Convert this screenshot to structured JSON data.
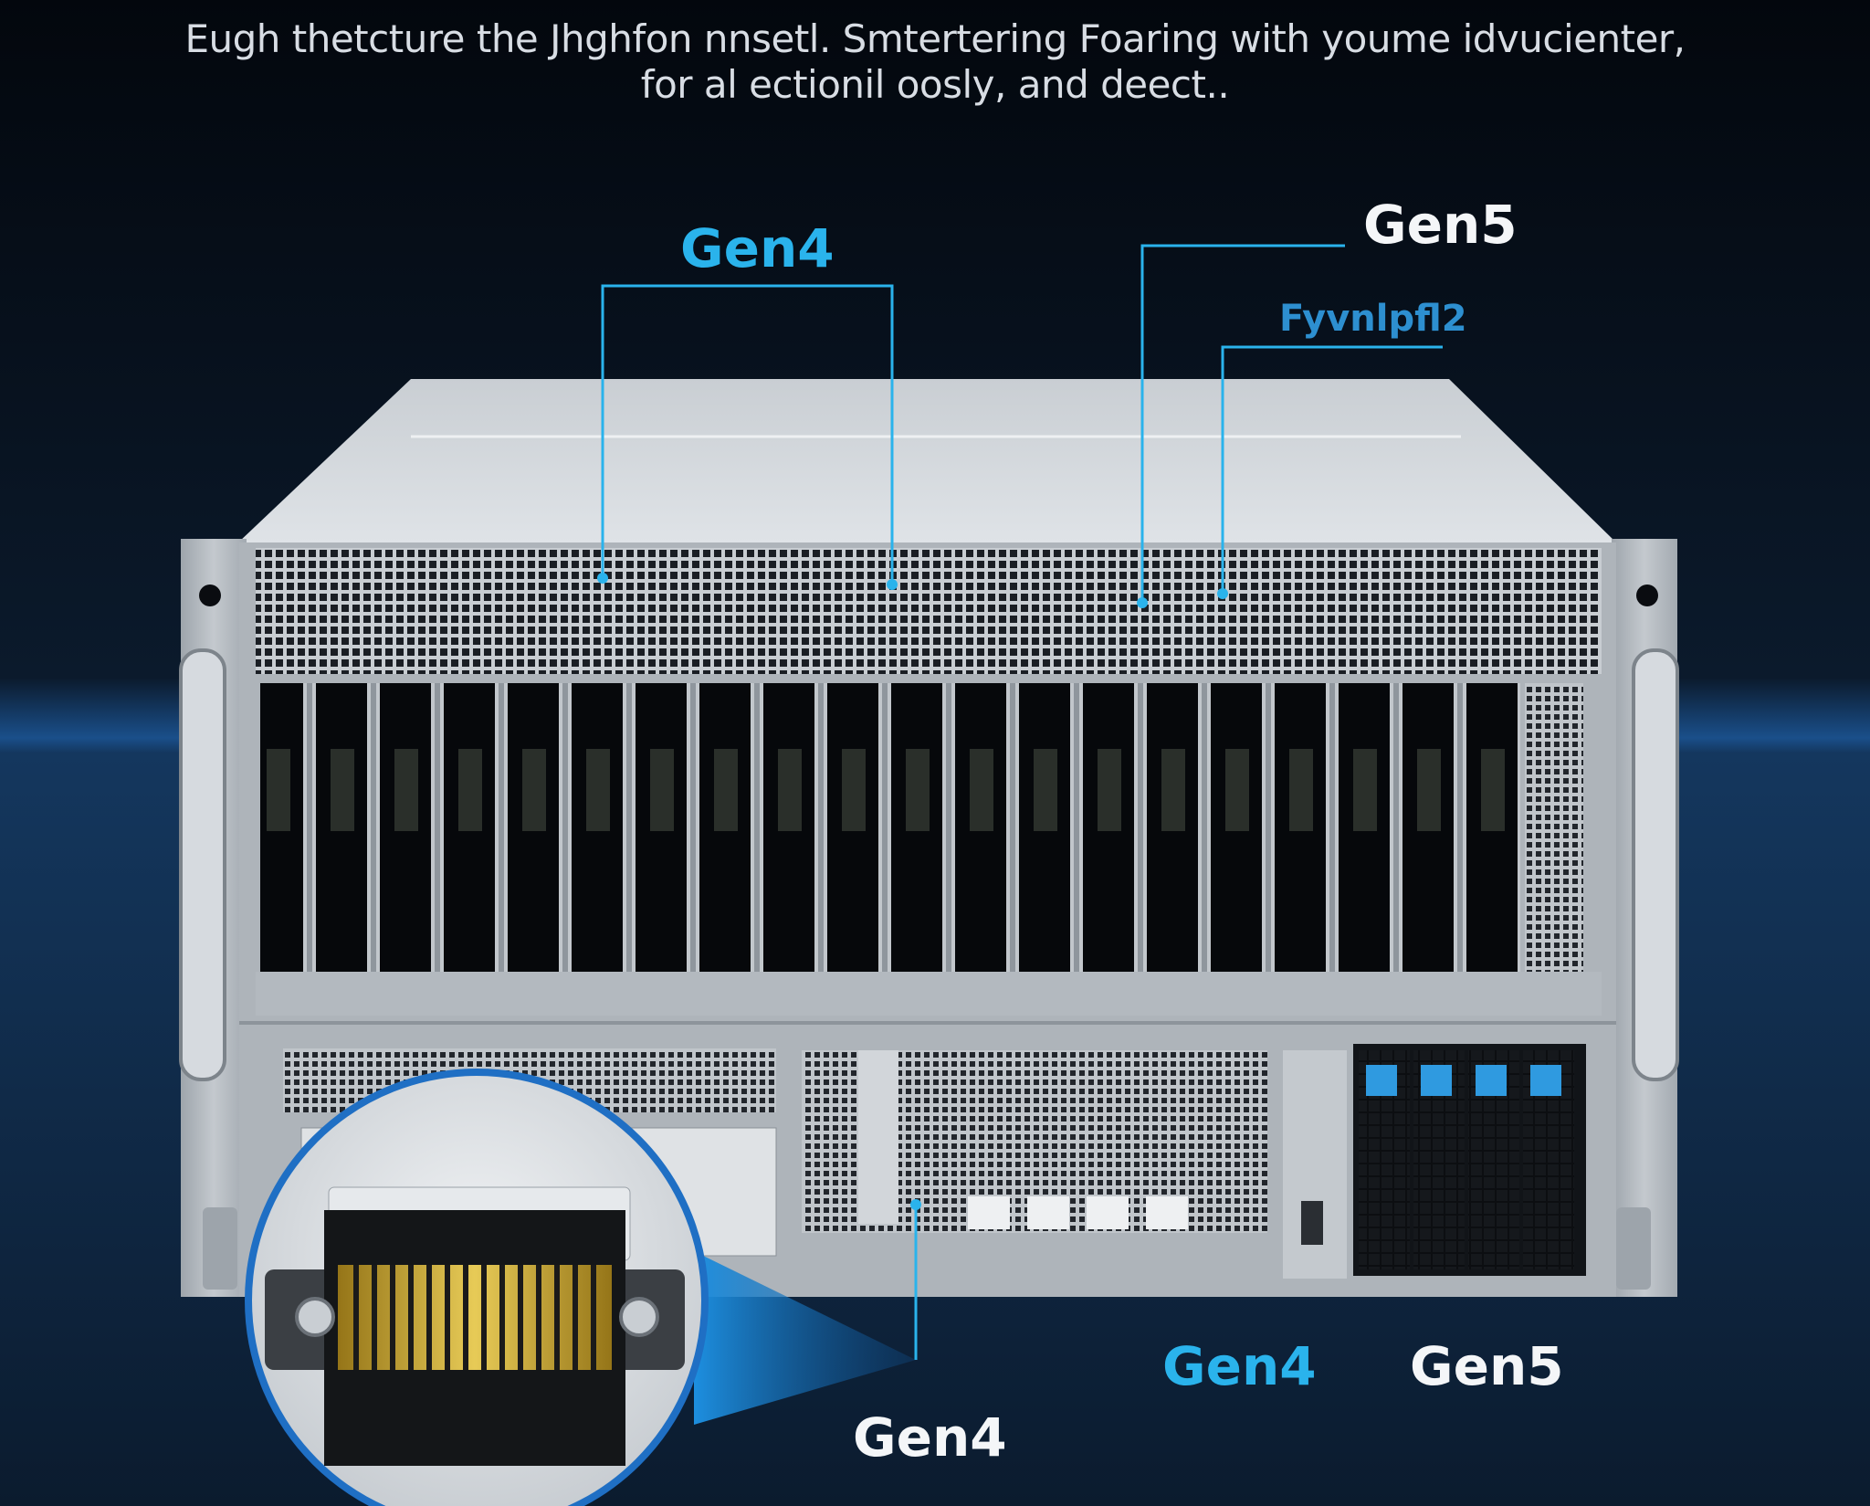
{
  "headline": {
    "line1": "Eugh thetcture the Jhghfon nnsetl. Smtertering Foaring with youme idvucienter,",
    "line2": "for al ectionil oosly, and deect.."
  },
  "callouts": {
    "top_gen4": "Gen4",
    "top_gen5": "Gen5",
    "top_sub": "Fyvnlpfl2",
    "bottom_gen4_mid": "Gen4",
    "bottom_gen5": "Gen5",
    "bottom_gen4_inset": "Gen4"
  },
  "colors": {
    "accent_blue": "#2ab3ec",
    "background": "#07101c",
    "chassis": "#b9bfc5",
    "drive_tab": "#2f9ae0"
  }
}
